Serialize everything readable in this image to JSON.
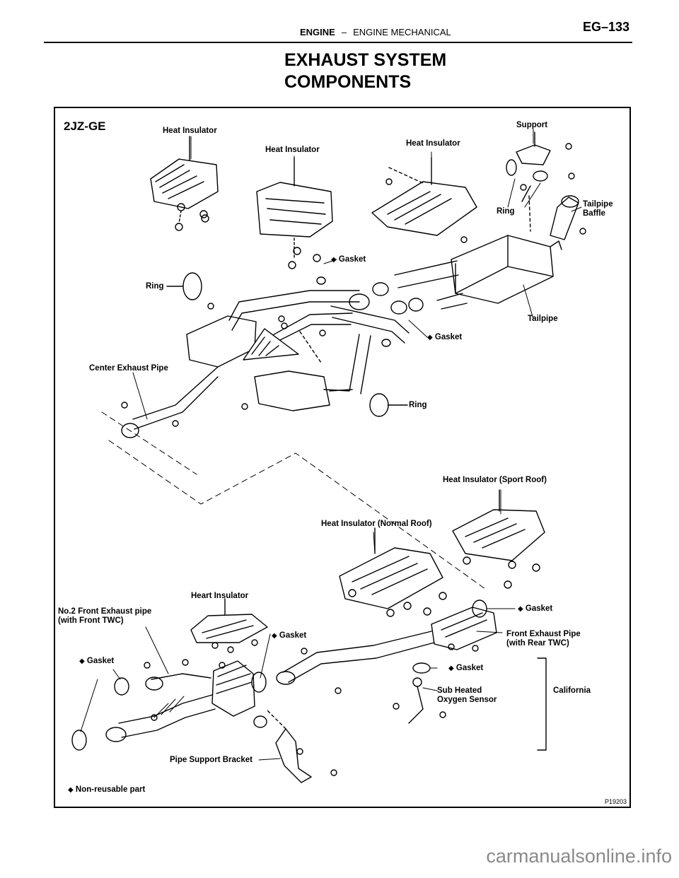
{
  "header": {
    "section": "ENGINE",
    "separator": "–",
    "subsection": "ENGINE MECHANICAL",
    "page": "EG–133"
  },
  "title": {
    "line1": "EXHAUST SYSTEM",
    "line2": "COMPONENTS"
  },
  "figure": {
    "model": "2JZ-GE",
    "code": "P19203",
    "labels": {
      "heat_insulator_1": "Heat Insulator",
      "heat_insulator_2": "Heat Insulator",
      "heat_insulator_3": "Heat Insulator",
      "support": "Support",
      "ring_upper": "Ring",
      "tailpipe_baffle_1": "Tailpipe",
      "tailpipe_baffle_2": "Baffle",
      "gasket_upper": "Gasket",
      "ring_left": "Ring",
      "tailpipe": "Tailpipe",
      "gasket_mid": "Gasket",
      "center_exhaust_pipe": "Center Exhaust Pipe",
      "ring_mid": "Ring",
      "heat_insulator_sport": "Heat Insulator (Sport Roof)",
      "heat_insulator_normal": "Heat Insulator (Normal Roof)",
      "heart_insulator": "Heart Insulator",
      "no2_front_pipe_1": "No.2 Front Exhaust pipe",
      "no2_front_pipe_2": "(with Front TWC)",
      "gasket_right": "Gasket",
      "gasket_center": "Gasket",
      "front_pipe_rear_1": "Front Exhaust Pipe",
      "front_pipe_rear_2": "(with Rear TWC)",
      "gasket_left": "Gasket",
      "gasket_sensor": "Gasket",
      "sub_sensor_1": "Sub Heated",
      "sub_sensor_2": "Oxygen Sensor",
      "california": "California",
      "pipe_support_bracket": "Pipe Support Bracket",
      "non_reusable": "Non-reusable part"
    },
    "diamond": "◆"
  },
  "watermark": "carmanualsonline.info"
}
